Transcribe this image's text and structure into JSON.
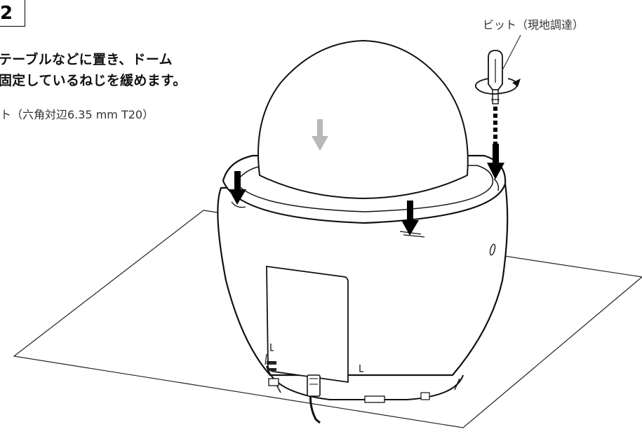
{
  "step": {
    "number": "2"
  },
  "instructions": {
    "line1": "テーブルなどに置き、ドーム",
    "line2": "固定しているねじを緩めます。"
  },
  "bit_note": "ト（六角対辺6.35 mm T20）",
  "bit_label": "ビット（現地調達）"
}
